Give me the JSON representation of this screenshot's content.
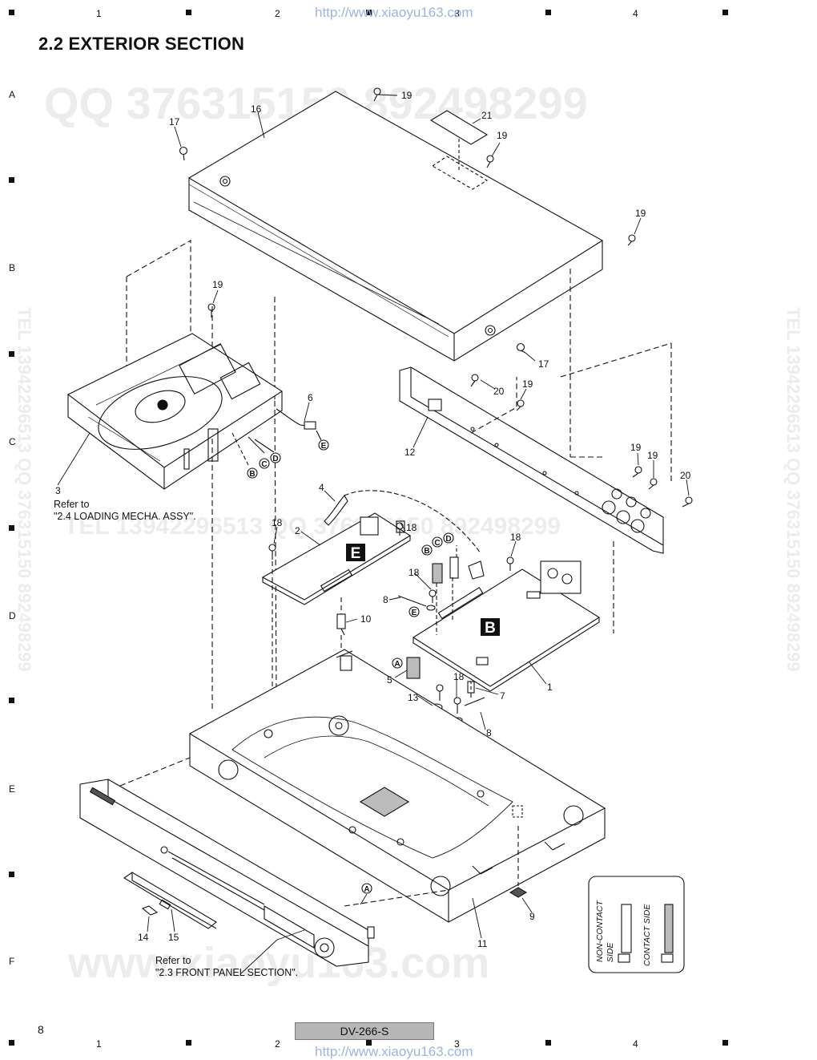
{
  "title": "2.2  EXTERIOR SECTION",
  "watermarks": {
    "url_top": "http://www.xiaoyu163.com",
    "url_bottom": "http://www.xiaoyu163.com",
    "qq_top": "QQ 376315150   892498299",
    "tel_mid": "TEL 13942296513   QQ 376315150   892498299",
    "www_bottom": "www.xiaoyu163.com",
    "vertical_left": "TEL 13942296513   QQ 376315150   892498299",
    "vertical_right": "TEL 13942296513   QQ 376315150   892498299"
  },
  "grid": {
    "columns": [
      "1",
      "2",
      "3",
      "4"
    ],
    "rows": [
      "A",
      "B",
      "C",
      "D",
      "E",
      "F"
    ]
  },
  "footer": {
    "page_number": "8",
    "model": "DV-266-S"
  },
  "references": {
    "loading_mecha": "Refer to\n\"2.4 LOADING MECHA. ASSY\".",
    "front_panel": "Refer to\n\"2.3 FRONT PANEL SECTION\"."
  },
  "pcb_labels": {
    "e": "E",
    "b": "B"
  },
  "connector_markers": [
    "A",
    "B",
    "C",
    "D",
    "E"
  ],
  "part_numbers": [
    "1",
    "2",
    "3",
    "4",
    "5",
    "6",
    "7",
    "8",
    "9",
    "10",
    "11",
    "12",
    "13",
    "14",
    "15",
    "16",
    "17",
    "18",
    "19",
    "20",
    "21"
  ],
  "legend": {
    "non_contact": "NON-CONTACT\nSIDE",
    "contact": "CONTACT SIDE"
  }
}
